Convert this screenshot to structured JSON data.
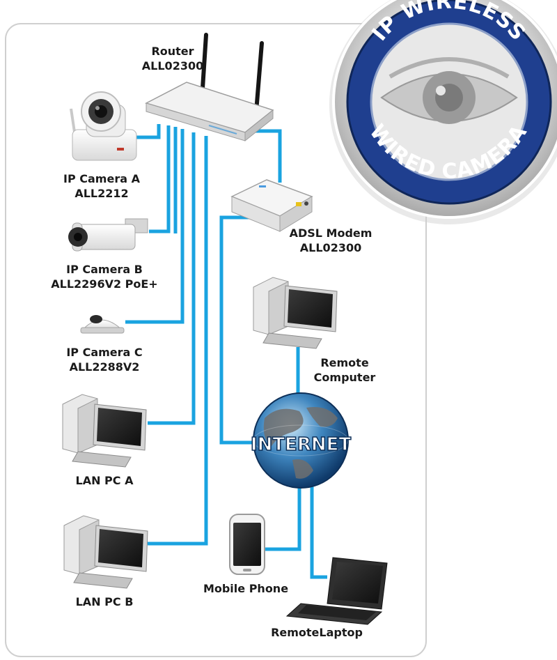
{
  "badge": {
    "top_text": "IP WIRELESS",
    "bottom_text": "WIRED CAMERA"
  },
  "globe": {
    "label": "INTERNET"
  },
  "devices": {
    "router": {
      "name": "Router",
      "model": "ALL02300"
    },
    "modem": {
      "name": "ADSL Modem",
      "model": "ALL02300"
    },
    "camera_a": {
      "name": "IP Camera A",
      "model": "ALL2212"
    },
    "camera_b": {
      "name": "IP Camera B",
      "model": "ALL2296V2 PoE+"
    },
    "camera_c": {
      "name": "IP Camera C",
      "model": "ALL2288V2"
    },
    "lan_pc_a": {
      "name": "LAN PC A"
    },
    "lan_pc_b": {
      "name": "LAN PC B"
    },
    "remote_computer": {
      "line1": "Remote",
      "line2": "Computer"
    },
    "mobile_phone": {
      "name": "Mobile Phone"
    },
    "remote_laptop": {
      "name": "RemoteLaptop"
    }
  },
  "colors": {
    "cable": "#1aa3e0",
    "badge_blue": "#1f3f8f",
    "panel_border": "#d0d0d0"
  }
}
